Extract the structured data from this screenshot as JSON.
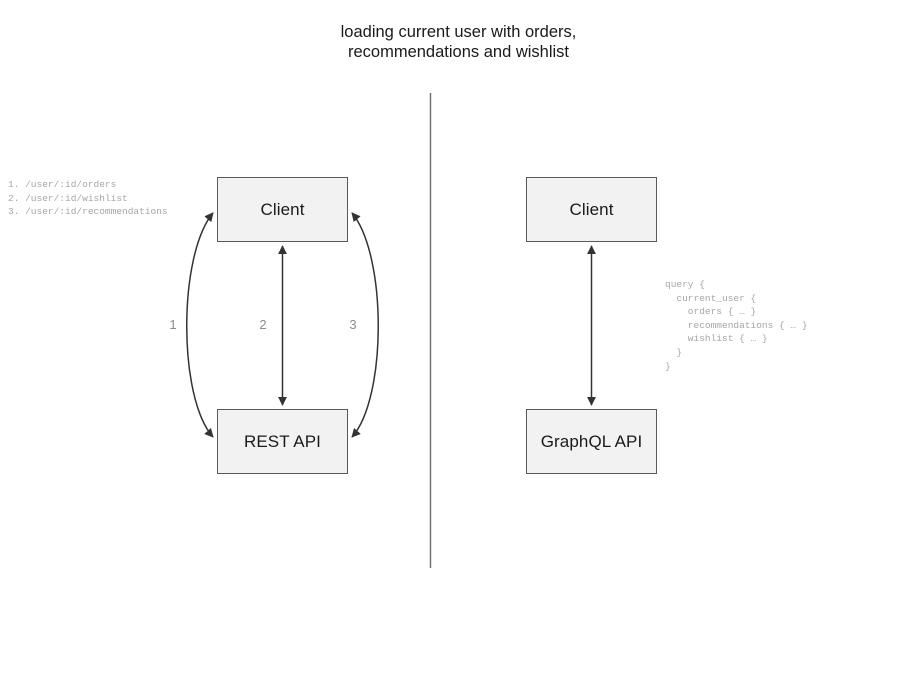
{
  "title": "loading current user with orders,\nrecommendations and wishlist",
  "divider": {
    "name": "vertical-divider",
    "color": "#666666"
  },
  "rest_side": {
    "client_label": "Client",
    "api_label": "REST API",
    "edges": [
      {
        "label": "1",
        "shape": "curved-left",
        "bidirectional": true
      },
      {
        "label": "2",
        "shape": "straight",
        "bidirectional": true
      },
      {
        "label": "3",
        "shape": "curved-right",
        "bidirectional": true
      }
    ],
    "endpoint_list": "1. /user/:id/orders\n2. /user/:id/wishlist\n3. /user/:id/recommendations"
  },
  "graphql_side": {
    "client_label": "Client",
    "api_label": "GraphQL API",
    "edges": [
      {
        "label": "",
        "shape": "straight",
        "bidirectional": true
      }
    ],
    "query": "query {\n  current_user {\n    orders { … }\n    recommendations { … }\n    wishlist { … }\n  }\n}"
  },
  "colors": {
    "box_fill": "#f2f2f2",
    "box_stroke": "#595959",
    "text": "#1a1a1a",
    "code_text": "#a6a6a6",
    "edge_label": "#8c8c8c",
    "connector": "#333333"
  }
}
